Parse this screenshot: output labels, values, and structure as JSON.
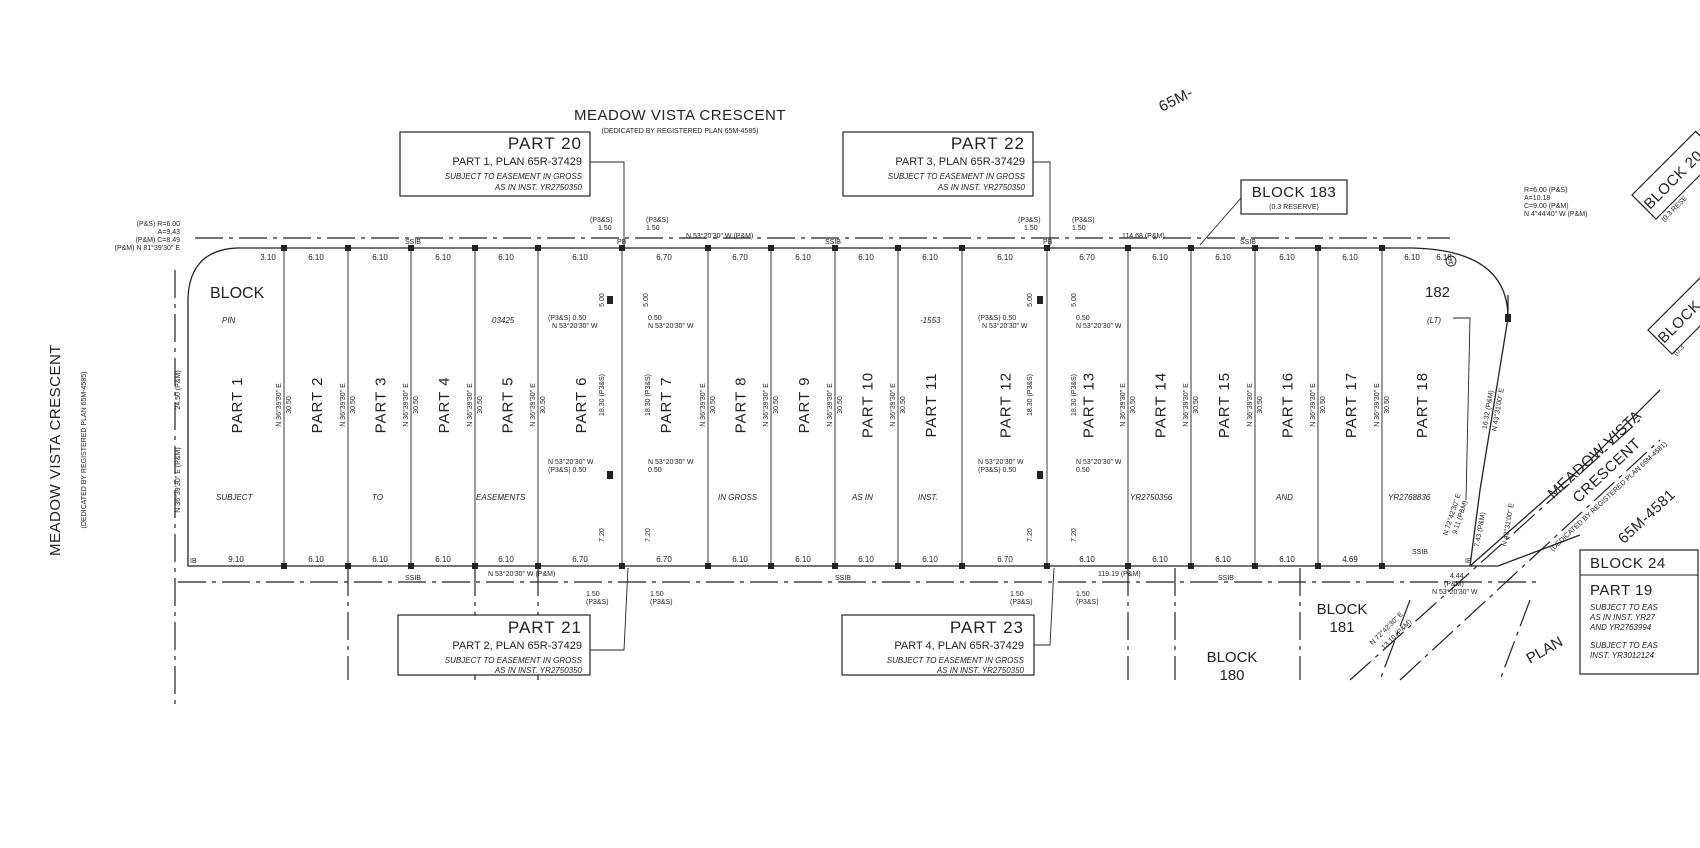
{
  "street_top": {
    "name": "MEADOW VISTA CRESCENT",
    "dedication": "(DEDICATED BY REGISTERED PLAN 65M-4585)"
  },
  "street_left": {
    "name": "MEADOW VISTA CRESCENT",
    "dedication": "(DEDICATED BY REGISTERED PLAN 65M-4585)"
  },
  "street_right": {
    "line1": "MEADOW VISTA",
    "line2": "CRESCENT",
    "dedication": "(DEDICATED BY REGISTERED PLAN 65M-4581)",
    "plan": "65M-4581"
  },
  "plan_top_right": "65M-",
  "callouts": [
    {
      "id": "part20",
      "title": "PART 20",
      "plan": "PART 1, PLAN 65R-37429",
      "sub1": "SUBJECT TO EASEMENT IN GROSS",
      "sub2": "AS IN INST. YR2750350"
    },
    {
      "id": "part22",
      "title": "PART 22",
      "plan": "PART 3, PLAN 65R-37429",
      "sub1": "SUBJECT TO EASEMENT IN GROSS",
      "sub2": "AS IN INST. YR2750350"
    },
    {
      "id": "part21",
      "title": "PART 21",
      "plan": "PART 2, PLAN 65R-37429",
      "sub1": "SUBJECT TO EASEMENT IN GROSS",
      "sub2": "AS IN INST. YR2750350"
    },
    {
      "id": "part23",
      "title": "PART 23",
      "plan": "PART 4, PLAN 65R-37429",
      "sub1": "SUBJECT TO EASEMENT IN GROSS",
      "sub2": "AS IN INST. YR2750350"
    }
  ],
  "block183": {
    "title": "BLOCK 183",
    "sub": "(0.3 RESERVE)"
  },
  "block24": {
    "title": "BLOCK 24",
    "part": "PART 19",
    "l1": "SUBJECT TO EAS",
    "l2": "AS IN INST. YR27",
    "l3": "AND YR2763994",
    "l4": "SUBJECT TO EAS",
    "l5": "INST. YR3012124"
  },
  "curve_left": {
    "l1": "(P&S) R=6.00",
    "l2": "A=9.43",
    "l3": "(P&M) C=8.49",
    "l4": "(P&M) N 81°39'30\" E"
  },
  "curve_right": {
    "l1": "R=6.00 (P&S)",
    "l2": "A=10.18",
    "l3": "C=9.00 (P&M)",
    "l4": "N 4°44'40\" W (P&M)"
  },
  "block_overlay": {
    "block": "BLOCK",
    "pin": "PIN",
    "num1": "03425",
    "num2": "-1553",
    "num3": "182",
    "lt": "(LT)"
  },
  "easement_words": [
    "SUBJECT",
    "TO",
    "EASEMENTS",
    "IN GROSS",
    "AS IN",
    "INST.",
    "YR2750356",
    "AND",
    "YR2768836"
  ],
  "parts": [
    "PART 1",
    "PART 2",
    "PART 3",
    "PART 4",
    "PART 5",
    "PART 6",
    "PART 7",
    "PART 8",
    "PART 9",
    "PART 10",
    "PART 11",
    "PART 12",
    "PART 13",
    "PART 14",
    "PART 15",
    "PART 16",
    "PART 17",
    "PART 18"
  ],
  "top_frontages": [
    "3.10",
    "6.10",
    "6.10",
    "6.10",
    "6.10",
    "6.10",
    "6.70",
    "6.70",
    "6.10",
    "6.10",
    "6.10",
    "6.10",
    "6.70",
    "6.10",
    "6.10",
    "6.10",
    "6.10",
    "6.10",
    "6.18"
  ],
  "bottom_frontages": [
    "9.10",
    "6.10",
    "6.10",
    "6.10",
    "6.10",
    "6.70",
    "6.70",
    "6.10",
    "6.10",
    "6.10",
    "6.10",
    "6.70",
    "6.10",
    "6.10",
    "6.10",
    "6.10",
    "4.69"
  ],
  "lot_bearing": "N 36°39'30\" E",
  "lot_depth": "30.50",
  "top_bearing": "N 53°20'30\" W (P&M)",
  "bottom_bearing": "N 53°20'30\" W (P&M)",
  "top_total": "114.68 (P&M)",
  "bottom_total": "119.19 (P&M)",
  "left_depth": "24.50 (P&M)",
  "left_bearing": "N 36°39'30\" E (P&M)",
  "ssib": "SSIB",
  "pb": "PB",
  "ib": "IB",
  "corner_a": "A",
  "offset_150": "1.50",
  "ps_label": "(P3&S)",
  "offset_050": "0.50",
  "ps_050": "(P3&S) 0.50",
  "nw_bearing": "N 53°20'30\" W",
  "depth_500": "5.00",
  "depth_720": "7.20",
  "depth_1830": "18.30 (P3&S)",
  "right_depth1": "16.32 (P&M)",
  "right_bearing1": "N 43°31'00\" E",
  "right_dim2": "7.43 (P&M)",
  "right_dim3": "N 43°31'00\" E",
  "bearing_72": "N 72°42'30\" E",
  "dim_911": "9.11 (P&M)",
  "dim_444": "4.44",
  "pm": "(P&M)",
  "block181": {
    "l1": "BLOCK",
    "l2": "181"
  },
  "block180": {
    "l1": "BLOCK",
    "l2": "180"
  },
  "bearing_diag": "N 72°42'30\" E",
  "dim_diag": "13.10 (P&M)",
  "plan_frag": "PLAN",
  "block20": {
    "l1": "BLOCK 20",
    "l2": "(0.3 RESE"
  },
  "block_right": {
    "l1": "BLOCK",
    "l2": "(0.3"
  }
}
